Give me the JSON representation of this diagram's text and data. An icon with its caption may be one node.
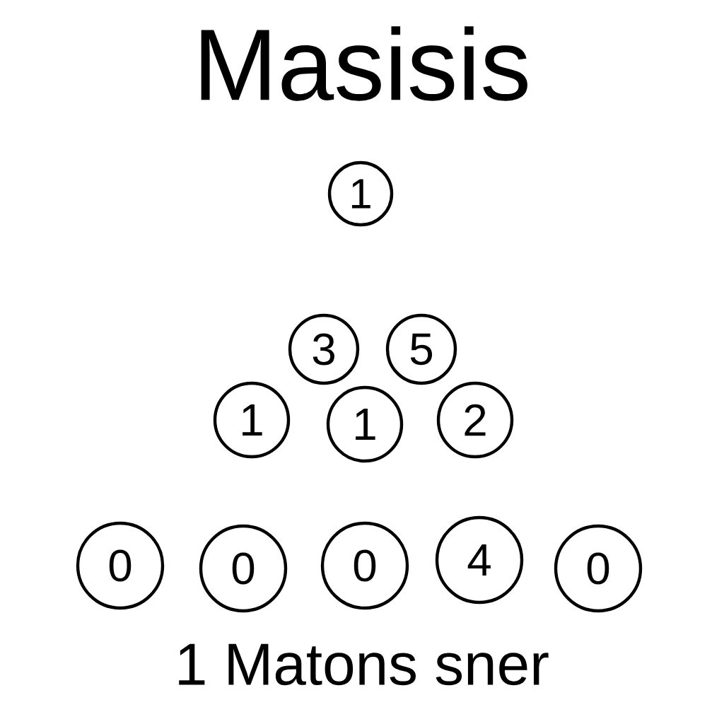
{
  "diagram": {
    "title": "Masisis",
    "nodes": [
      {
        "text": [
          "1"
        ]
      },
      {
        "text": [
          "3"
        ]
      },
      {
        "text": [
          "5"
        ]
      },
      {
        "text": [
          "1"
        ]
      },
      {
        "text": [
          "1"
        ]
      },
      {
        "text": [
          "2"
        ]
      },
      {
        "text": [
          "0"
        ]
      },
      {
        "text": [
          "0"
        ]
      },
      {
        "text": [
          "0"
        ]
      },
      {
        "text": [
          "4"
        ]
      },
      {
        "text": [
          "0"
        ]
      }
    ],
    "caption": "1 Matons sner"
  }
}
